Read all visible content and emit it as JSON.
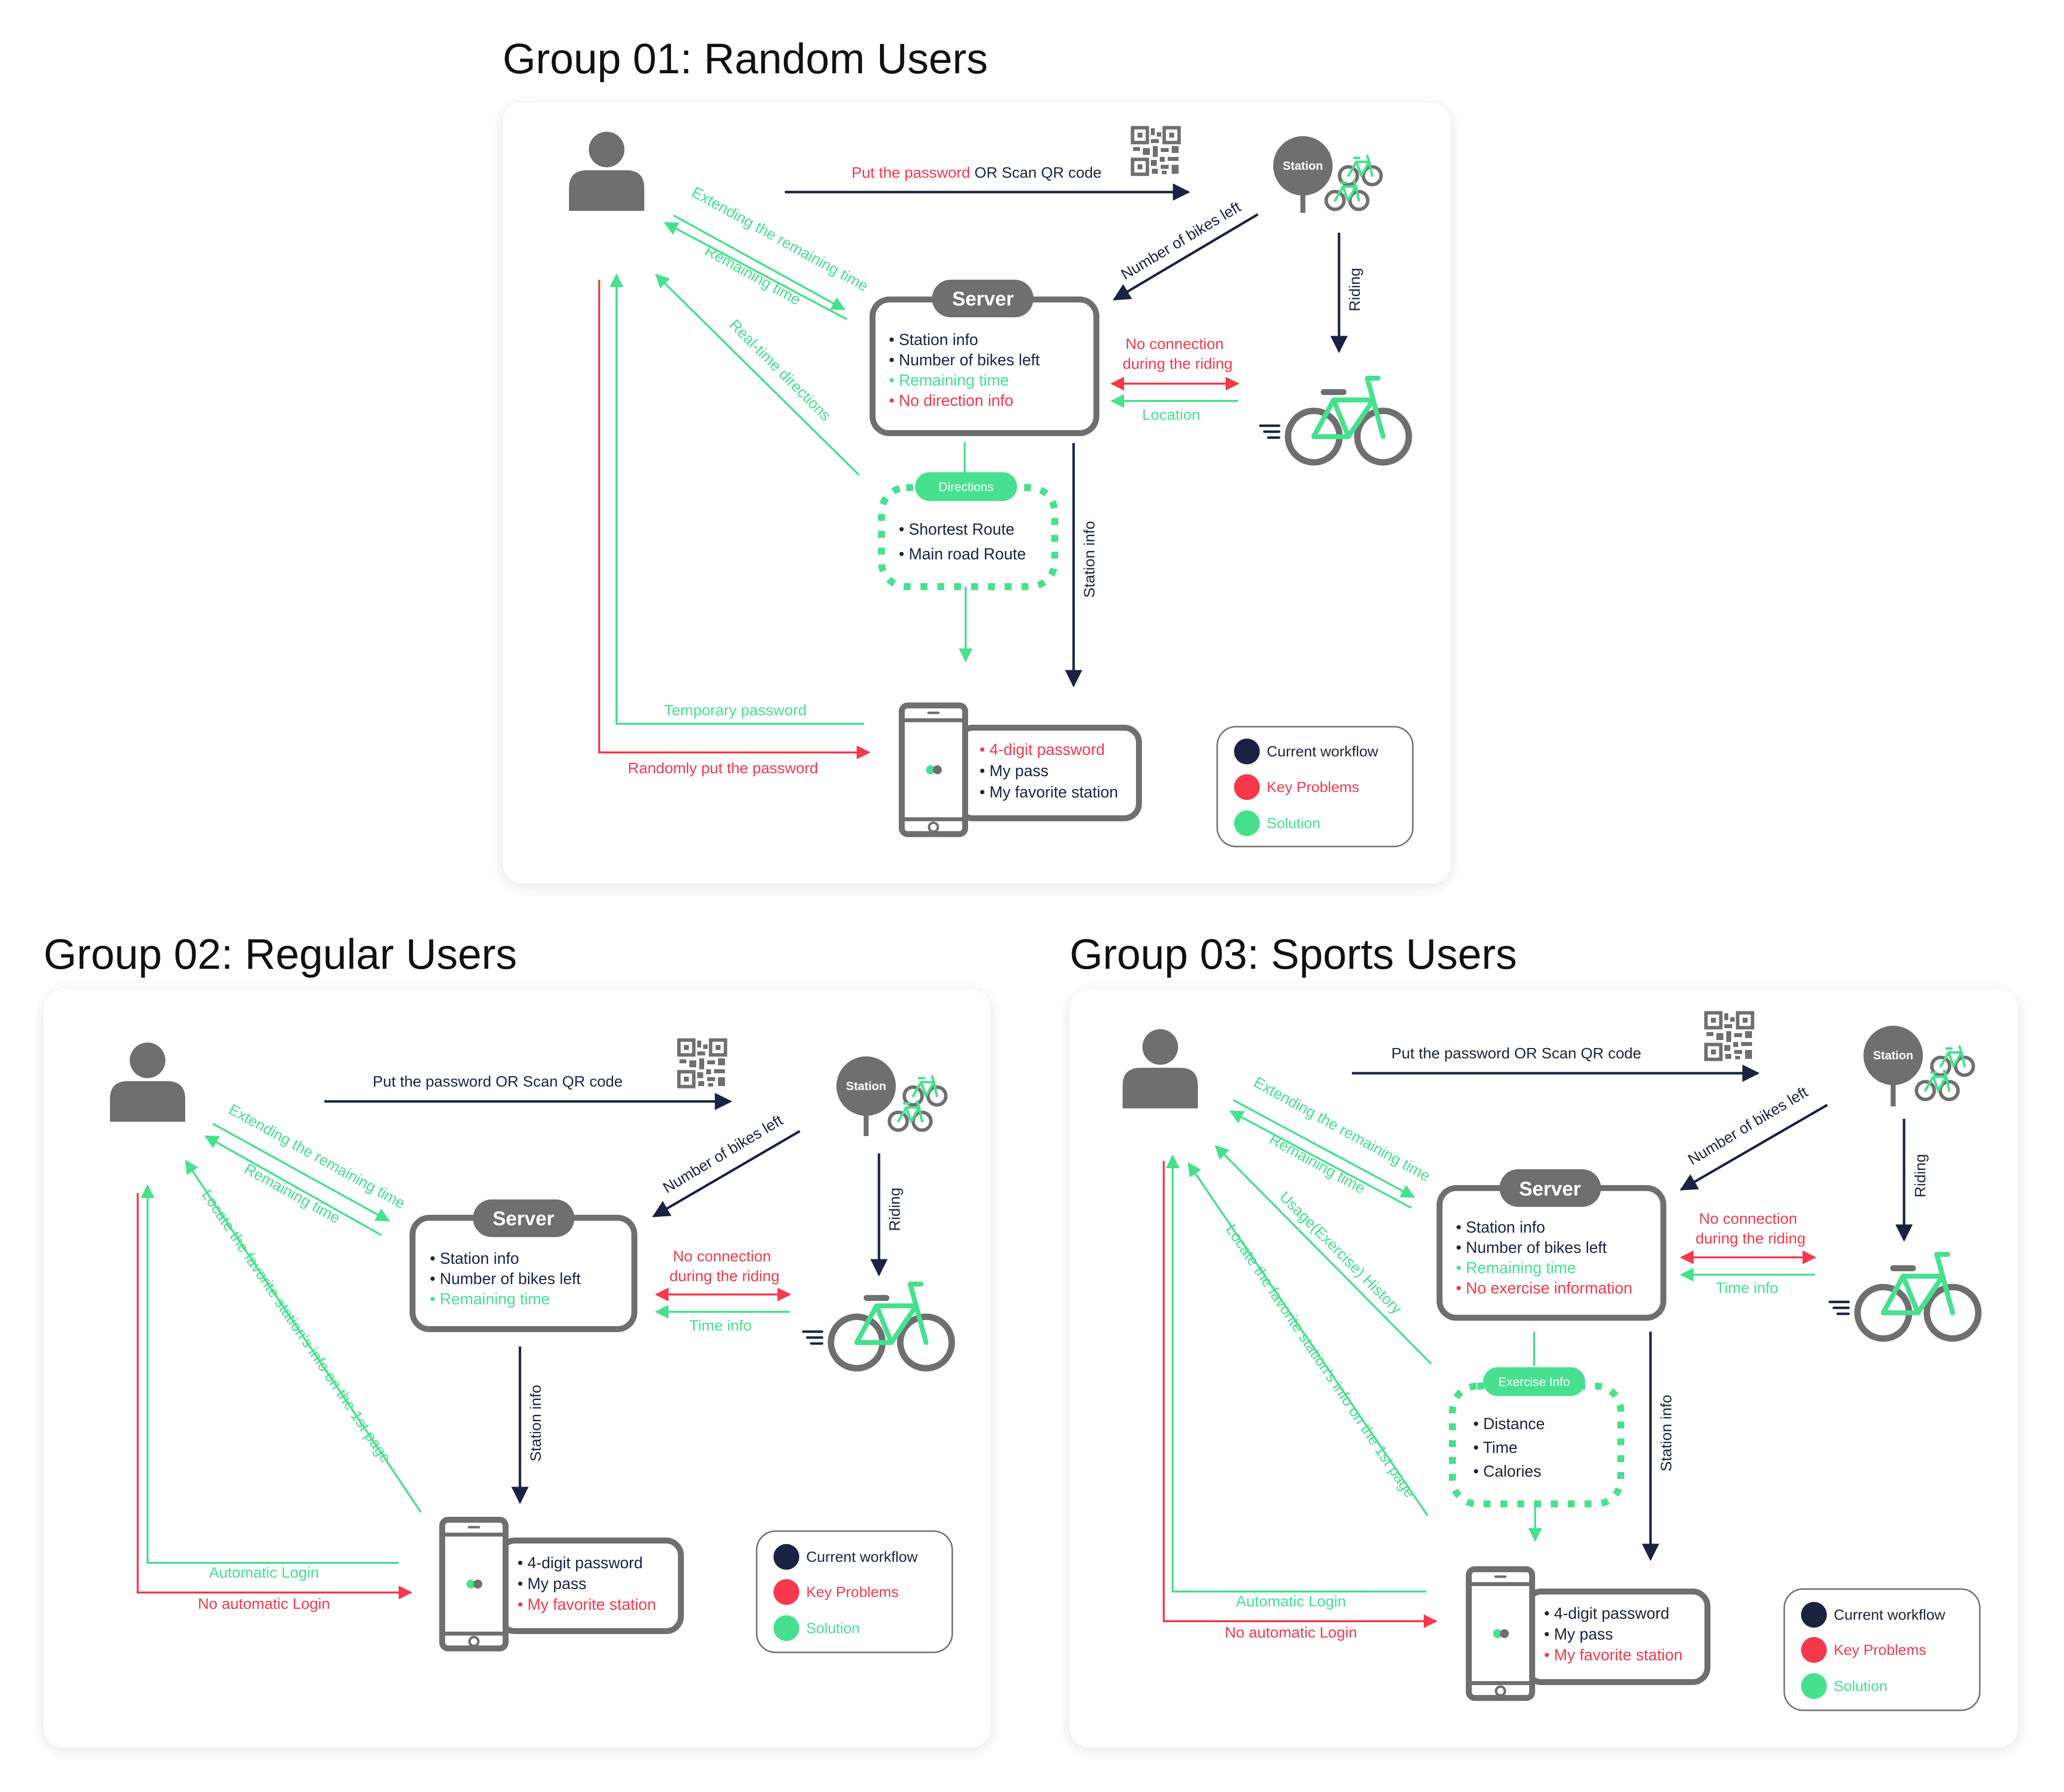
{
  "colors": {
    "navy": "#1a2342",
    "red": "#f5394d",
    "green": "#47e08f",
    "gray": "#6f6f6f",
    "bg": "#ffffff",
    "panel": "#ffffff"
  },
  "icons": [
    "user-icon",
    "qr-code-icon",
    "station-icon",
    "bike-icon",
    "smartphone-icon"
  ],
  "group1": {
    "title": "Group 01: Random Users",
    "qr_label_red": "Put the password",
    "qr_label_rest": " OR Scan QR code",
    "station": "Station",
    "bikes_left": "Number of bikes left",
    "riding": "Riding",
    "extend": "Extending the remaining time",
    "remaining": "Remaining time",
    "realtime": "Real-time directions",
    "server": "Server",
    "server_items": [
      "• Station info",
      "• Number of bikes left",
      "• Remaining time",
      "• No direction info"
    ],
    "no_conn_1": "No connection",
    "no_conn_2": "during the riding",
    "location": "Location",
    "directions": "Directions",
    "dir_items": [
      "• Shortest Route",
      "• Main road Route"
    ],
    "station_info": "Station info",
    "temp_password": "Temporary password",
    "random_put": "Randomly put the password",
    "phone_items": [
      "• 4-digit password",
      "• My pass",
      "• My favorite station"
    ],
    "legend": [
      "Current workflow",
      "Key Problems",
      "Solution"
    ]
  },
  "group2": {
    "title": "Group 02: Regular Users",
    "qr_label": "Put the password OR Scan QR code",
    "station": "Station",
    "bikes_left": "Number of bikes left",
    "riding": "Riding",
    "extend": "Extending the remaining time",
    "remaining": "Remaining time",
    "locate": "Locate the favorite station's info on the 1st page",
    "server": "Server",
    "server_items": [
      "• Station info",
      "• Number of bikes left",
      "• Remaining time"
    ],
    "no_conn_1": "No connection",
    "no_conn_2": "during the riding",
    "time_info": "Time info",
    "station_info": "Station info",
    "auto_login": "Automatic Login",
    "no_auto_login": "No automatic Login",
    "phone_items": [
      "• 4-digit password",
      "• My pass",
      "• My favorite station"
    ],
    "legend": [
      "Current workflow",
      "Key Problems",
      "Solution"
    ]
  },
  "group3": {
    "title": "Group 03: Sports Users",
    "qr_label": "Put the password OR Scan QR code",
    "station": "Station",
    "bikes_left": "Number of bikes left",
    "riding": "Riding",
    "extend": "Extending the remaining time",
    "remaining": "Remaining time",
    "usage": "Usage(Exercise) History",
    "locate": "Locate the favorite station's info on the 1st page",
    "server": "Server",
    "server_items": [
      "• Station info",
      "• Number of bikes left",
      "• Remaining time",
      "• No exercise information"
    ],
    "no_conn_1": "No connection",
    "no_conn_2": "during the riding",
    "time_info": "Time info",
    "exercise": "Exercise Info",
    "ex_items": [
      "• Distance",
      "• Time",
      "• Calories"
    ],
    "station_info": "Station info",
    "auto_login": "Automatic Login",
    "no_auto_login": "No automatic Login",
    "phone_items": [
      "• 4-digit password",
      "• My pass",
      "• My favorite station"
    ],
    "legend": [
      "Current workflow",
      "Key Problems",
      "Solution"
    ]
  }
}
